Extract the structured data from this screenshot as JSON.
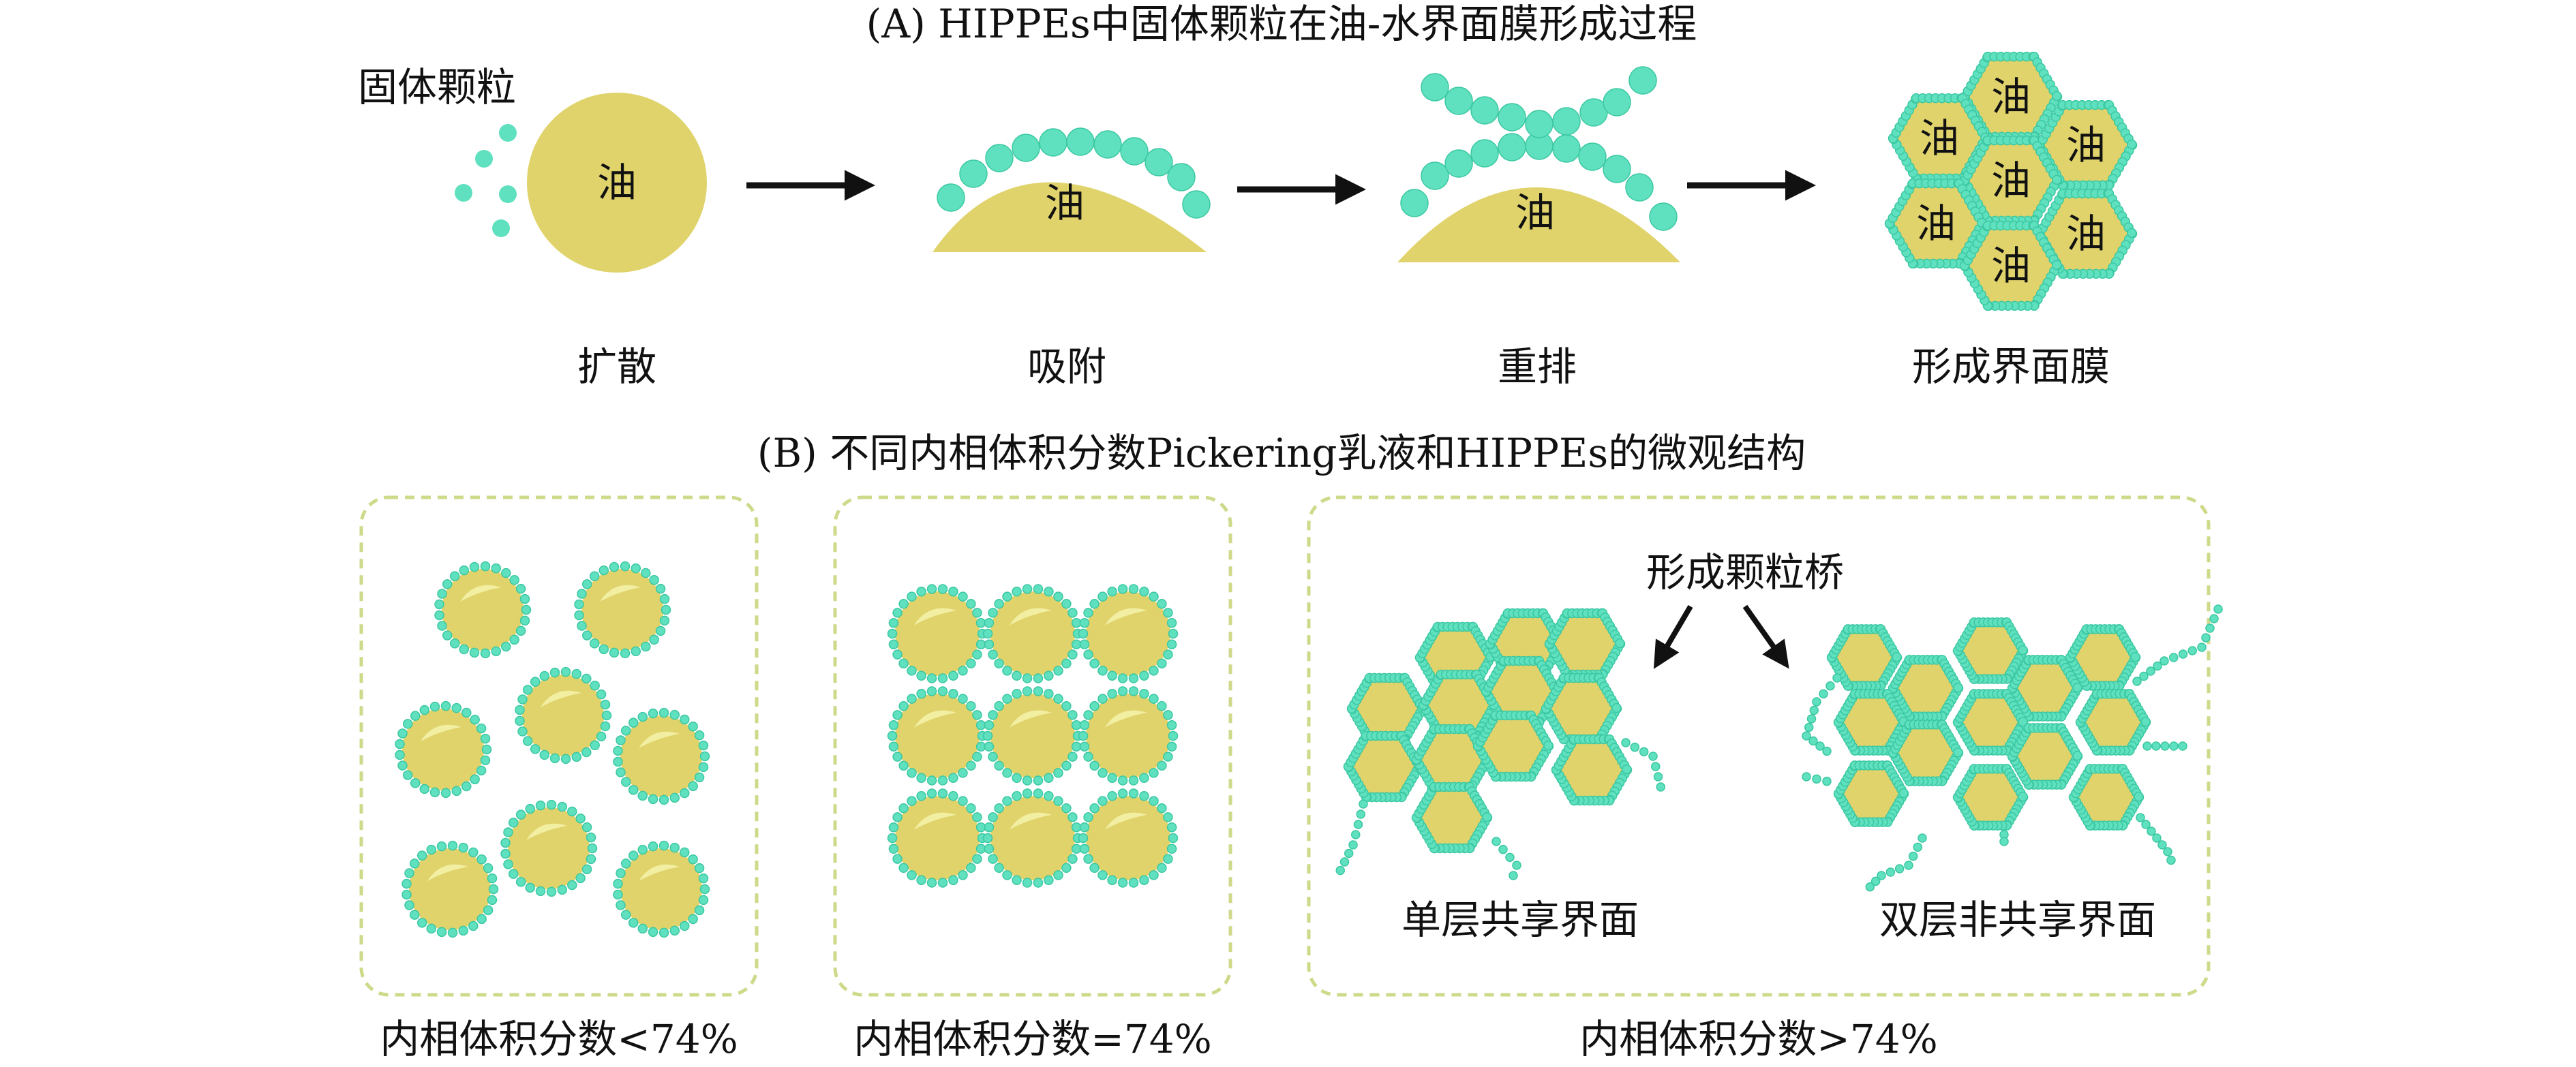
{
  "colors": {
    "oil": "#E0D36C",
    "particle": "#5FE0BE",
    "particle_stroke": "#3BC8A2",
    "panel_border": "#CFD98A",
    "arrow": "#111111",
    "text": "#111111",
    "highlight": "#F4F2A8"
  },
  "part_a": {
    "title": "(A) HIPPEs中固体颗粒在油-水界面膜形成过程",
    "particle_label": "固体颗粒",
    "oil_label": "油",
    "steps": [
      "扩散",
      "吸附",
      "重排",
      "形成界面膜"
    ]
  },
  "part_b": {
    "title": "(B) 不同内相体积分数Pickering乳液和HIPPEs的微观结构",
    "panels": [
      {
        "caption": "内相体积分数<74%"
      },
      {
        "caption": "内相体积分数=74%"
      },
      {
        "caption": "内相体积分数>74%"
      }
    ],
    "bridge_label": "形成颗粒桥",
    "left_structure_label": "单层共享界面",
    "right_structure_label": "双层非共享界面"
  }
}
